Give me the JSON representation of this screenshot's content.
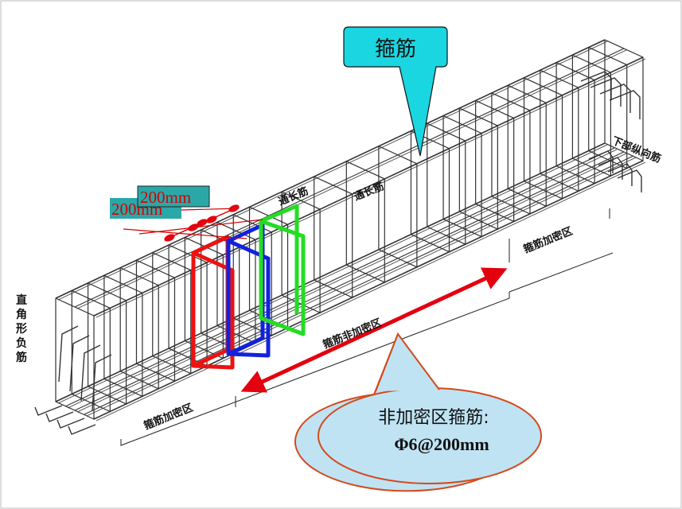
{
  "callouts": {
    "stirrup_title": "箍筋",
    "note_line1": "非加密区箍筋:",
    "note_line2": "Φ6@200mm"
  },
  "dimensions": {
    "spacing_front": "200mm",
    "spacing_back": "200mm"
  },
  "labels": {
    "through_bar_left": "通长筋",
    "through_bar_right": "通长筋",
    "bottom_longitudinal": "下部纵向筋",
    "right_angle_negative": "直角形负筋",
    "dense_zone_left": "箍筋加密区",
    "dense_zone_right": "箍筋加密区",
    "non_dense_zone": "箍筋非加密区"
  },
  "colors": {
    "callout_fill": "#1ad6e0",
    "note_fill": "#bfe3f3",
    "note_border": "#d44a1c",
    "arrow": "#e3000f",
    "stirrup_red": "#ee1111",
    "stirrup_blue": "#1122dd",
    "stirrup_green": "#22dd22",
    "dim_box": "#2aa8a8"
  }
}
